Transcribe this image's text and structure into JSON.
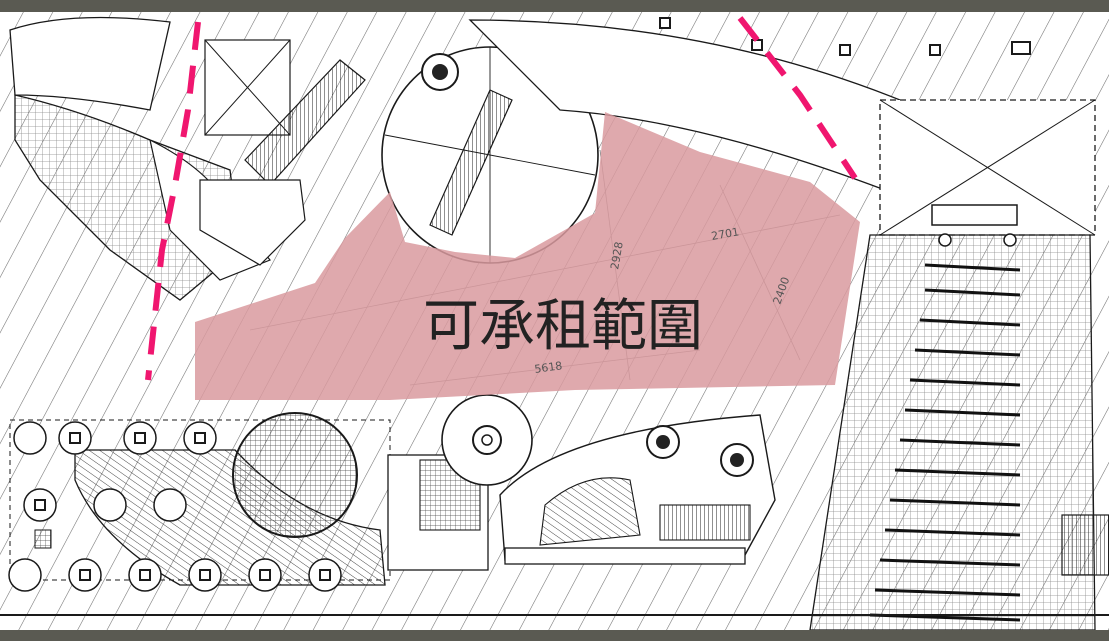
{
  "plan": {
    "rentable_area_label": "可承租範圍",
    "dimension_labels": [
      "2701",
      "2928",
      "2400",
      "5618"
    ],
    "colors": {
      "background": "#ffffff",
      "linework": "#1a1a1a",
      "hatch": "#6f6f6f",
      "rentable_fill": "#d99a9f",
      "boundary_dash": "#f0166f"
    }
  }
}
